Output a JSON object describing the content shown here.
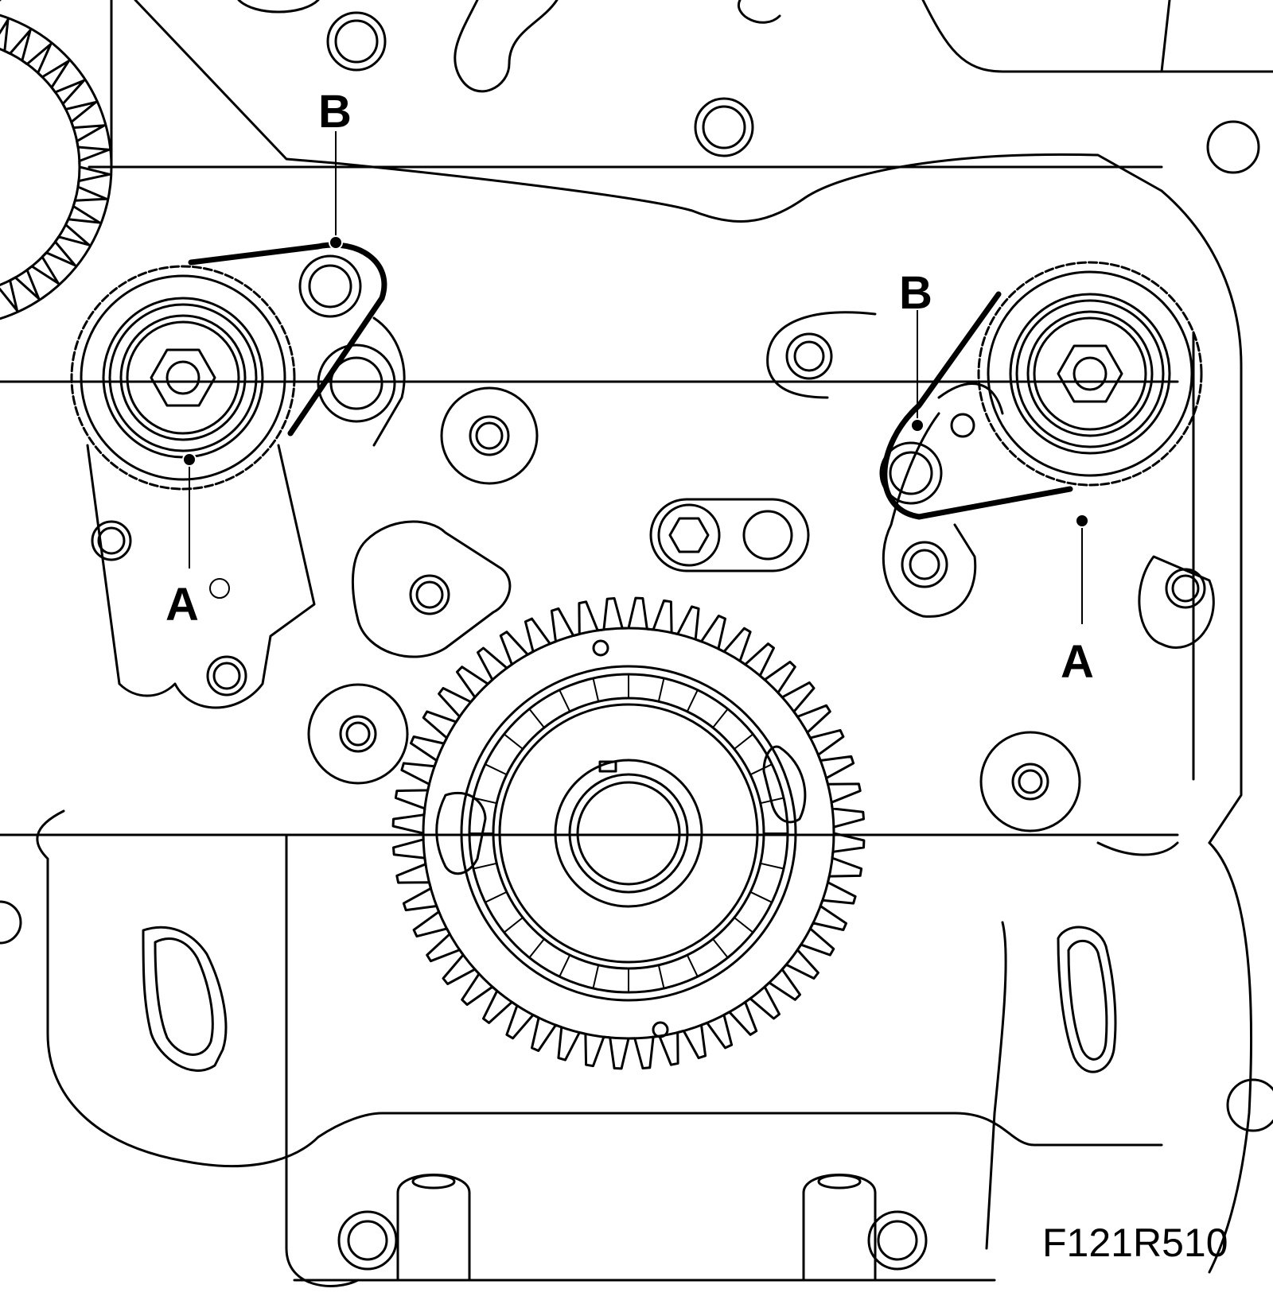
{
  "figure": {
    "reference_code": "F121R510",
    "labels": {
      "left_sprocket": "A",
      "left_tensioner": "B",
      "right_sprocket": "A",
      "right_tensioner": "B"
    }
  }
}
